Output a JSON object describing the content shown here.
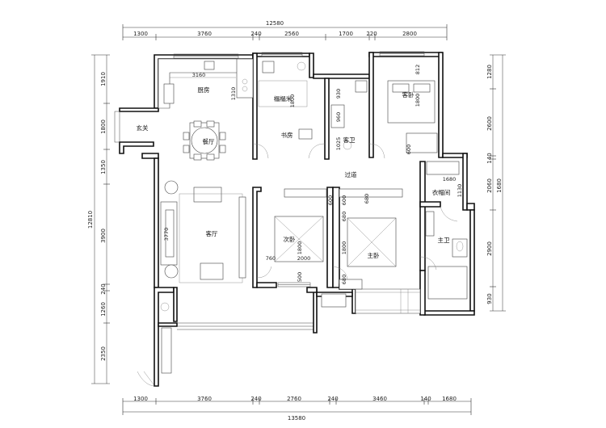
{
  "dimensions": {
    "top_total": "12580",
    "top_segments": [
      "1300",
      "3760",
      "240",
      "2560",
      "1700",
      "220",
      "2800"
    ],
    "bottom_total": "13580",
    "bottom_segments": [
      "1300",
      "3760",
      "240",
      "2760",
      "240",
      "3460",
      "140",
      "1680"
    ],
    "left_total": "12810",
    "left_segments": [
      "1910",
      "1800",
      "1350",
      "3900",
      "240",
      "1260",
      "2350"
    ],
    "right_segments": [
      "1280",
      "2600",
      "140",
      "2060",
      "1680",
      "2900",
      "930"
    ]
  },
  "rooms": {
    "kitchen": "厨房",
    "foyer": "玄关",
    "dining": "餐厅",
    "study_top": "榻榻米",
    "study": "书房",
    "public_bath": "客卫",
    "guest_bed": "客卧",
    "corridor": "过道",
    "walk_in_closet": "衣帽间",
    "living": "客厅",
    "second_bed": "次卧",
    "master_bed": "主卧",
    "master_bath": "主卫"
  },
  "internal_dims": {
    "kitchen_width": "3160",
    "kitchen_depth": "1310",
    "study_1800": "1800",
    "bath_930": "930",
    "bath_960": "960",
    "bath_1025": "1025",
    "guest_812": "812",
    "guest_1800": "1800",
    "guest_600": "600",
    "closet_1680": "1680",
    "closet_1130": "1130",
    "living_3770": "3770",
    "second_1800": "1800",
    "second_2000": "2000",
    "second_760": "760",
    "second_500": "500",
    "master_680_a": "680",
    "master_680_b": "680",
    "master_1800": "1800",
    "master_680_c": "680",
    "wardrobe_600_a": "600",
    "wardrobe_600_b": "600"
  },
  "colors": {
    "wall": "#111111",
    "line": "#333333",
    "background": "#ffffff"
  }
}
